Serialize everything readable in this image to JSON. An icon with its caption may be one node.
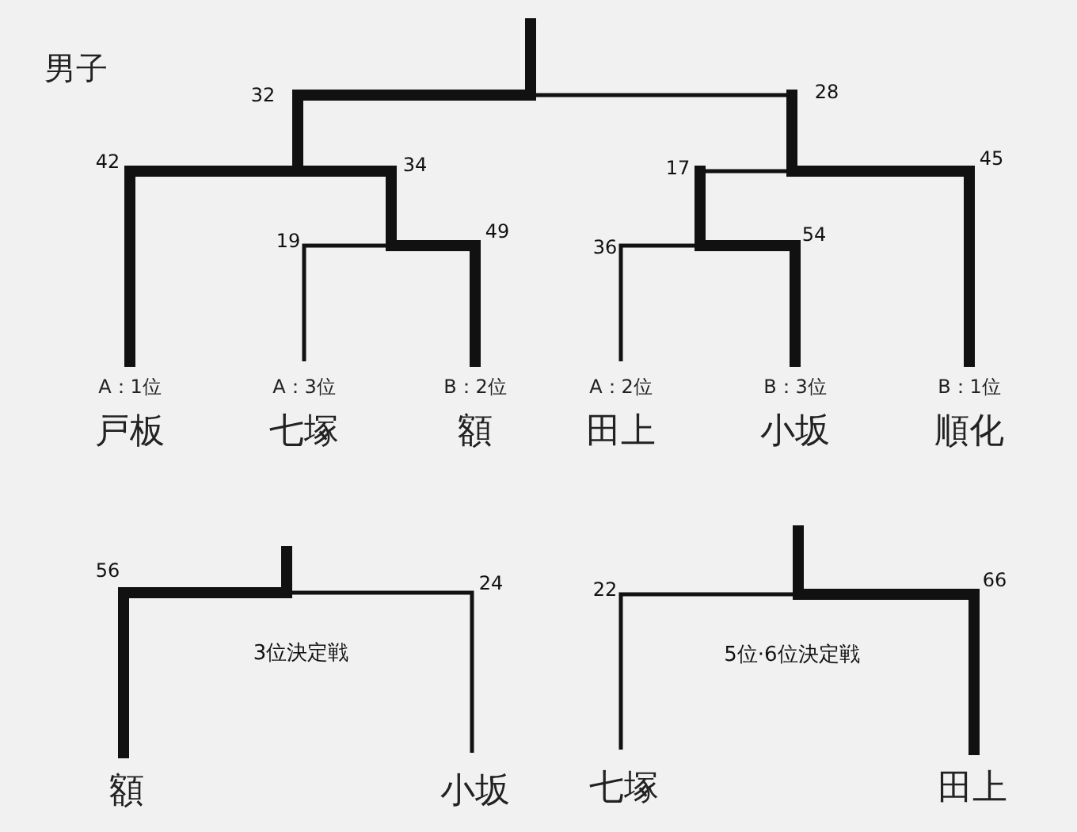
{
  "diagram": {
    "title": "男子",
    "nodes": [
      {
        "text": [
          "A：1位",
          "戸板"
        ]
      },
      {
        "text": [
          "A：3位",
          "七塚"
        ]
      },
      {
        "text": [
          "B：2位",
          "額"
        ]
      },
      {
        "text": [
          "A：2位",
          "田上"
        ]
      },
      {
        "text": [
          "B：3位",
          "小坂"
        ]
      },
      {
        "text": [
          "B：1位",
          "順化"
        ]
      },
      {
        "text": [
          "額"
        ]
      },
      {
        "text": [
          "小坂"
        ]
      },
      {
        "text": [
          "七塚"
        ]
      },
      {
        "text": [
          "田上"
        ]
      }
    ],
    "labels": [
      "32",
      "28",
      "42",
      "34",
      "17",
      "45",
      "19",
      "49",
      "36",
      "54",
      "56",
      "24",
      "3位決定戦",
      "22",
      "66",
      "5位·6位決定戦"
    ]
  }
}
